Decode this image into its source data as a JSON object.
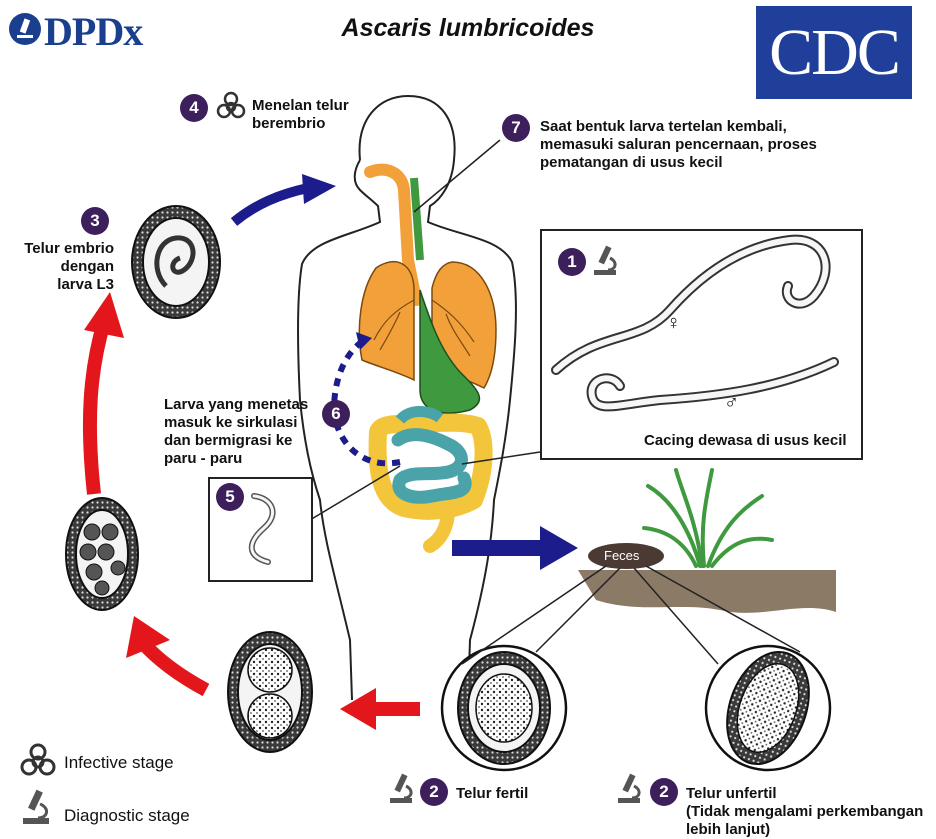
{
  "title": "Ascaris lumbricoides",
  "logo_left": "DPDx",
  "logo_right": "CDC",
  "steps": {
    "s1": "1",
    "s2a": "2",
    "s2b": "2",
    "s3": "3",
    "s4": "4",
    "s5": "5",
    "s6": "6",
    "s7": "7"
  },
  "labels": {
    "step4_line1": "Menelan telur",
    "step4_line2": "berembrio",
    "step7_line1": "Saat bentuk larva tertelan kembali,",
    "step7_line2": "memasuki saluran pencernaan, proses",
    "step7_line3": "pematangan di usus kecil",
    "step3_line1": "Telur embrio",
    "step3_line2": "dengan",
    "step3_line3": "larva L3",
    "step6_line1": "Larva yang menetas",
    "step6_line2": "masuk ke sirkulasi",
    "step6_line3": "dan bermigrasi ke",
    "step6_line4": "paru - paru",
    "box1_caption": "Cacing dewasa di usus kecil",
    "female_symbol": "♀",
    "male_symbol": "♂",
    "feces": "Feces",
    "fertile": "Telur fertil",
    "unfertile_line1": "Telur unfertil",
    "unfertile_line2": "(Tidak mengalami perkembangan",
    "unfertile_line3": "lebih lanjut)"
  },
  "legend": {
    "infective": "Infective stage",
    "diagnostic": "Diagnostic stage"
  },
  "colors": {
    "step_badge": "#3c1f5b",
    "blue_arrow": "#1c1c8c",
    "red_arrow": "#e3171b",
    "lungs": "#f2a13a",
    "stomach": "#3f9a3f",
    "small_intestine": "#4aa3a8",
    "large_intestine": "#f3c53a",
    "cdc_blue": "#1f3f9a"
  },
  "icons": [
    "dpdx-logo-icon",
    "biohazard-icon",
    "microscope-icon"
  ]
}
